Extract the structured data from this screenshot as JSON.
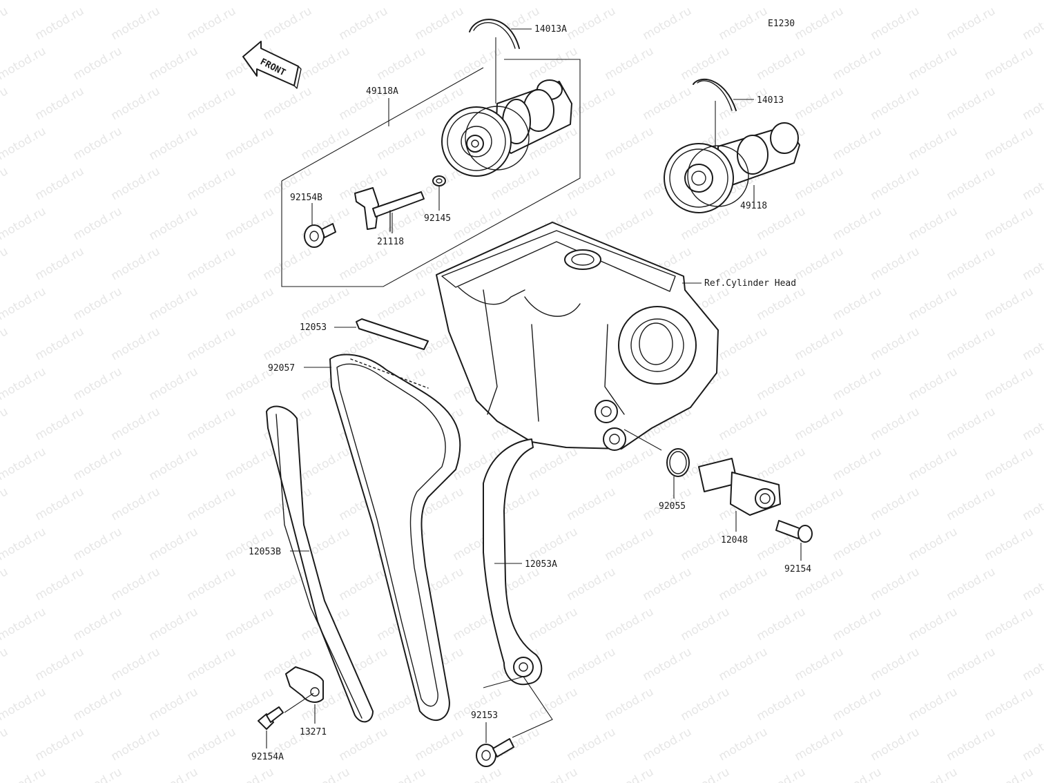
{
  "diagram": {
    "code": "E1230",
    "front_label": "FRONT",
    "watermark": "motod.ru",
    "labels": {
      "p14013A": "14013A",
      "p49118A": "49118A",
      "p14013": "14013",
      "p92154B": "92154B",
      "p92145": "92145",
      "p21118": "21118",
      "p49118": "49118",
      "refCylinderHead": "Ref.Cylinder Head",
      "p12053": "12053",
      "p92057": "92057",
      "p12053B": "12053B",
      "p12053A": "12053A",
      "p92055": "92055",
      "p12048": "12048",
      "p92154": "92154",
      "p92153": "92153",
      "p13271": "13271",
      "p92154A": "92154A"
    }
  }
}
